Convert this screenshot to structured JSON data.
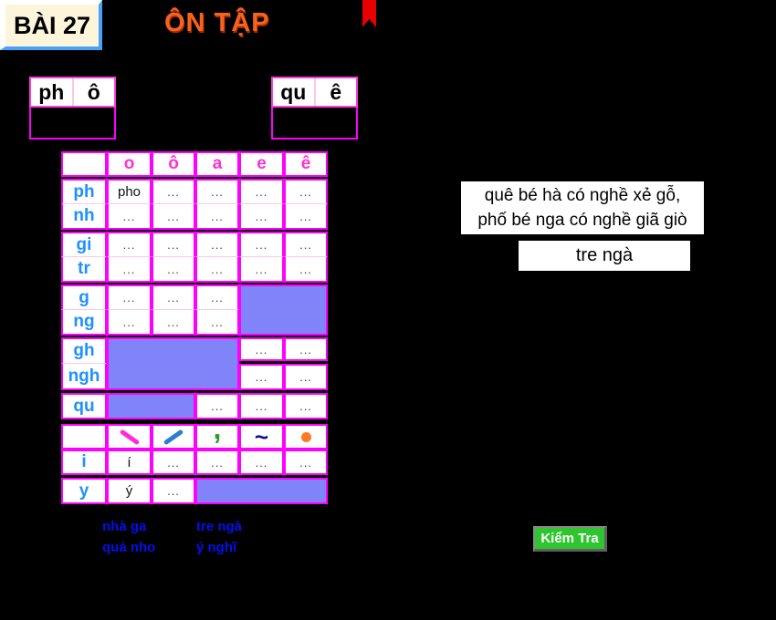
{
  "app": {
    "lesson_badge": "BÀI 27",
    "title": "ÔN TẬP",
    "check_button": "Kiểm Tra"
  },
  "colors": {
    "background": "#000000",
    "table_border_magenta": "#FF00FF",
    "blocked_cell_fill": "#8184F8",
    "row_label_blue": "#1E90FF",
    "column_header_pink": "#FF33CC",
    "title_orange": "#F4641E",
    "button_green": "#2EC52F",
    "word_list_blue": "#0011EE",
    "badge_cream": "#FCF5DC",
    "bookmark_red": "#E60000"
  },
  "pair_cards": [
    {
      "left": "ph",
      "right": "ô"
    },
    {
      "left": "qu",
      "right": "ê"
    }
  ],
  "reading": {
    "line1": "quê bé hà có nghề xẻ gỗ,",
    "line2": "phố bé nga có nghề giã giò",
    "word": "tre ngà"
  },
  "main_table": {
    "col_headers": [
      "o",
      "ô",
      "a",
      "e",
      "ê"
    ],
    "rows": [
      {
        "label": "ph",
        "cells": [
          "pho",
          "...",
          "...",
          "...",
          "..."
        ]
      },
      {
        "label": "nh",
        "cells": [
          "...",
          "...",
          "...",
          "...",
          "..."
        ]
      },
      {
        "label": "gi",
        "cells": [
          "...",
          "...",
          "...",
          "...",
          "..."
        ]
      },
      {
        "label": "tr",
        "cells": [
          "...",
          "...",
          "...",
          "...",
          "..."
        ]
      },
      {
        "label": "g",
        "cells": [
          "...",
          "...",
          "..."
        ]
      },
      {
        "label": "ng",
        "cells": [
          "...",
          "...",
          "..."
        ]
      },
      {
        "label": "gh",
        "cells": [
          "...",
          "..."
        ]
      },
      {
        "label": "ngh",
        "cells": [
          "...",
          "..."
        ]
      },
      {
        "label": "qu",
        "cells": [
          "...",
          "...",
          "..."
        ]
      }
    ]
  },
  "tone_table": {
    "tone_marks": [
      "huyền",
      "sắc",
      "hỏi",
      "ngã",
      "nặng"
    ],
    "hoi_glyph": ",",
    "nga_glyph": "~",
    "rows": [
      {
        "label": "i",
        "cells": [
          "í",
          "...",
          "...",
          "...",
          "..."
        ]
      },
      {
        "label": "y",
        "cells": [
          "ý",
          "..."
        ]
      }
    ]
  },
  "word_list": {
    "col1": [
      "nhà ga",
      "quả nho"
    ],
    "col2": [
      "tre ngà",
      "ý nghĩ"
    ]
  }
}
